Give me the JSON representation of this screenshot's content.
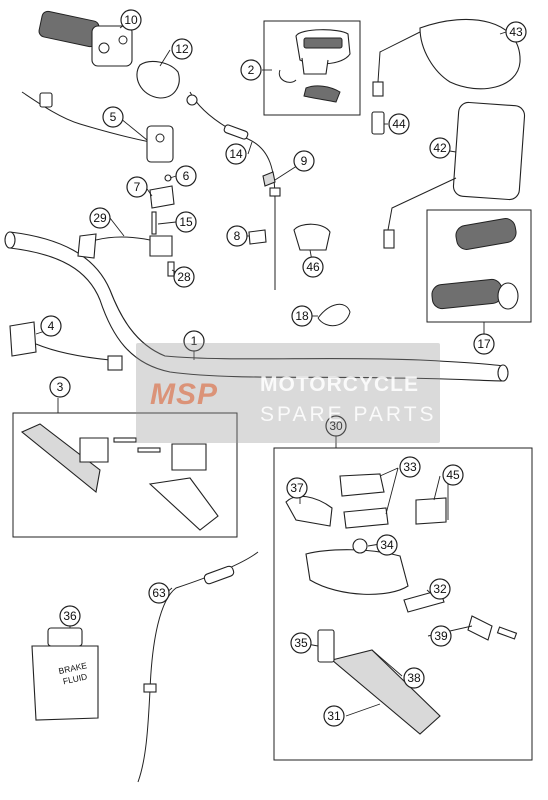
{
  "diagram": {
    "callouts": [
      {
        "id": "1",
        "label": "1"
      },
      {
        "id": "2",
        "label": "2"
      },
      {
        "id": "3",
        "label": "3"
      },
      {
        "id": "4",
        "label": "4"
      },
      {
        "id": "5",
        "label": "5"
      },
      {
        "id": "6",
        "label": "6"
      },
      {
        "id": "7",
        "label": "7"
      },
      {
        "id": "8",
        "label": "8"
      },
      {
        "id": "9",
        "label": "9"
      },
      {
        "id": "10",
        "label": "10"
      },
      {
        "id": "12",
        "label": "12"
      },
      {
        "id": "14",
        "label": "14"
      },
      {
        "id": "15",
        "label": "15"
      },
      {
        "id": "17",
        "label": "17"
      },
      {
        "id": "18",
        "label": "18"
      },
      {
        "id": "28",
        "label": "28"
      },
      {
        "id": "29",
        "label": "29"
      },
      {
        "id": "30",
        "label": "30"
      },
      {
        "id": "31",
        "label": "31"
      },
      {
        "id": "32",
        "label": "32"
      },
      {
        "id": "33",
        "label": "33"
      },
      {
        "id": "34",
        "label": "34"
      },
      {
        "id": "35",
        "label": "35"
      },
      {
        "id": "36",
        "label": "36"
      },
      {
        "id": "37",
        "label": "37"
      },
      {
        "id": "38",
        "label": "38"
      },
      {
        "id": "39",
        "label": "39"
      },
      {
        "id": "42",
        "label": "42"
      },
      {
        "id": "43",
        "label": "43"
      },
      {
        "id": "44",
        "label": "44"
      },
      {
        "id": "45",
        "label": "45"
      },
      {
        "id": "46",
        "label": "46"
      },
      {
        "id": "63",
        "label": "63"
      }
    ],
    "brake_fluid_label": "BRAKE\nFLUID",
    "watermark": {
      "logo_text": "MSP",
      "line1": "MOTORCYCLE",
      "line2": "SPARE PARTS"
    }
  }
}
